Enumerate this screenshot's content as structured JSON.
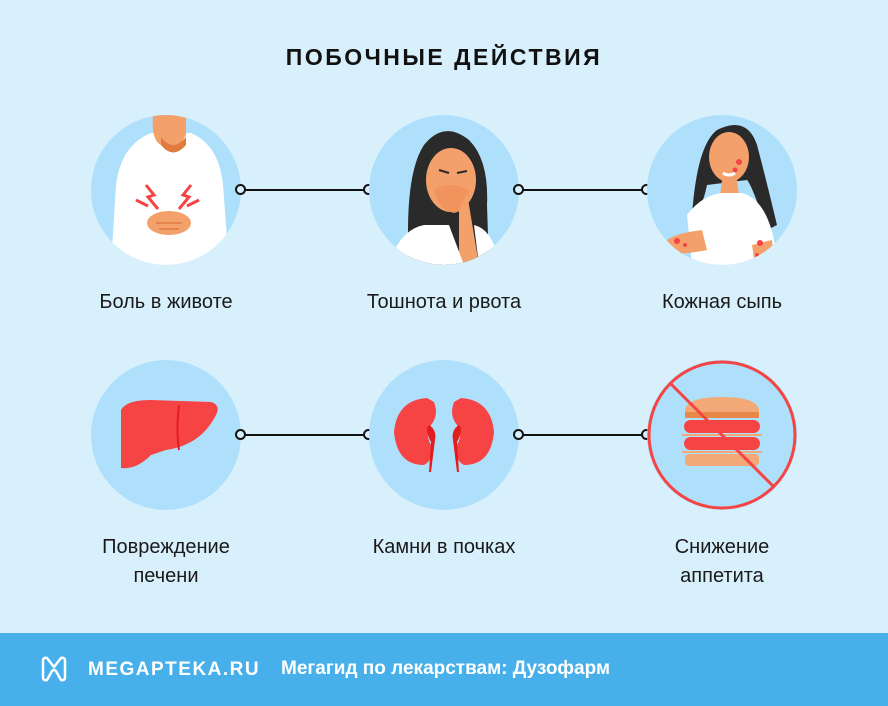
{
  "title": "ПОБОЧНЫЕ ДЕЙСТВИЯ",
  "items": [
    {
      "label": "Боль в животе",
      "icon": "stomach-pain-icon"
    },
    {
      "label": "Тошнота и рвота",
      "icon": "nausea-icon"
    },
    {
      "label": "Кожная сыпь",
      "icon": "skin-rash-icon"
    },
    {
      "label_line1": "Повреждение",
      "label_line2": "печени",
      "icon": "liver-icon"
    },
    {
      "label": "Камни в почках",
      "icon": "kidney-icon"
    },
    {
      "label_line1": "Снижение",
      "label_line2": "аппетита",
      "icon": "no-burger-icon"
    }
  ],
  "footer": {
    "brand": "MEGAPTEKA.RU",
    "tagline": "Мегагид по лекарствам: Дузофарм"
  },
  "colors": {
    "background": "#d8effc",
    "circle": "#afe0fb",
    "accent_red": "#f64444",
    "footer": "#47b0ea"
  }
}
